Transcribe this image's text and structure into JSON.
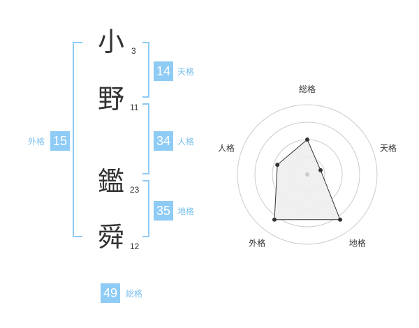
{
  "colors": {
    "accent": "#8ecbf5",
    "accent_text": "#7cc1ee",
    "kanji": "#333333",
    "radar_fill": "#eeeeee",
    "radar_stroke": "#333333",
    "radar_ring": "#cccccc"
  },
  "name": {
    "chars": [
      {
        "char": "小",
        "strokes": "3"
      },
      {
        "char": "野",
        "strokes": "11"
      },
      {
        "char": "鑑",
        "strokes": "23"
      },
      {
        "char": "舜",
        "strokes": "12"
      }
    ]
  },
  "kaku": {
    "tenkaku": {
      "value": "14",
      "label": "天格"
    },
    "jinkaku": {
      "value": "34",
      "label": "人格"
    },
    "chikaku": {
      "value": "35",
      "label": "地格"
    },
    "gaikaku": {
      "value": "15",
      "label": "外格"
    },
    "soukaku": {
      "value": "49",
      "label": "総格"
    }
  },
  "chart_data": {
    "type": "radar",
    "axes": [
      "総格",
      "天格",
      "地格",
      "外格",
      "人格"
    ],
    "values": [
      0.5,
      0.2,
      0.8,
      0.8,
      0.45
    ],
    "rings": 4
  }
}
